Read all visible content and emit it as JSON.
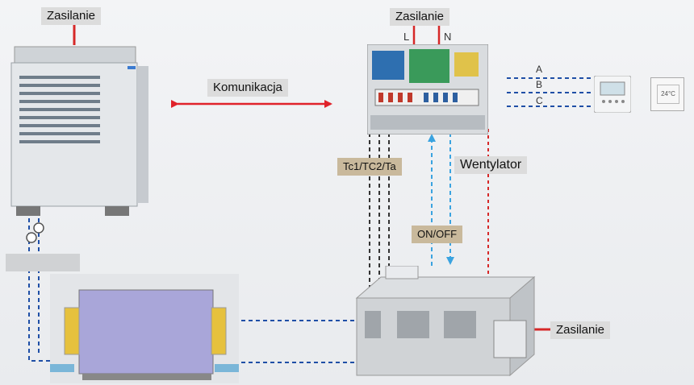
{
  "labels": {
    "power_outdoor": "Zasilanie",
    "power_control": "Zasilanie",
    "power_ahu": "Zasilanie",
    "communication": "Komunikacja",
    "phase_l": "L",
    "phase_n": "N",
    "line_a": "A",
    "line_b": "B",
    "line_c": "C",
    "sensors": "Tc1/TC2/Ta",
    "fan": "Wentylator",
    "on_off": "ON/OFF",
    "thermostat_readout": "24°C"
  },
  "colors": {
    "power_line": "#d62828",
    "comm_arrow": "#e0222a",
    "signal_dashed": "#3aa3e0",
    "comm_dashed": "#1f4fa6",
    "sensor_dashed": "#333333",
    "label_bg": "#dcdcdc",
    "label_tan": "#c9b99c"
  },
  "icons": {
    "outdoor_unit": "vrf-outdoor-unit-icon",
    "control_box": "control-box-icon",
    "wired_controller": "wired-controller-icon",
    "thermostat": "thermostat-icon",
    "heat_exchanger": "heat-exchanger-icon",
    "ahu": "air-handling-unit-icon"
  }
}
